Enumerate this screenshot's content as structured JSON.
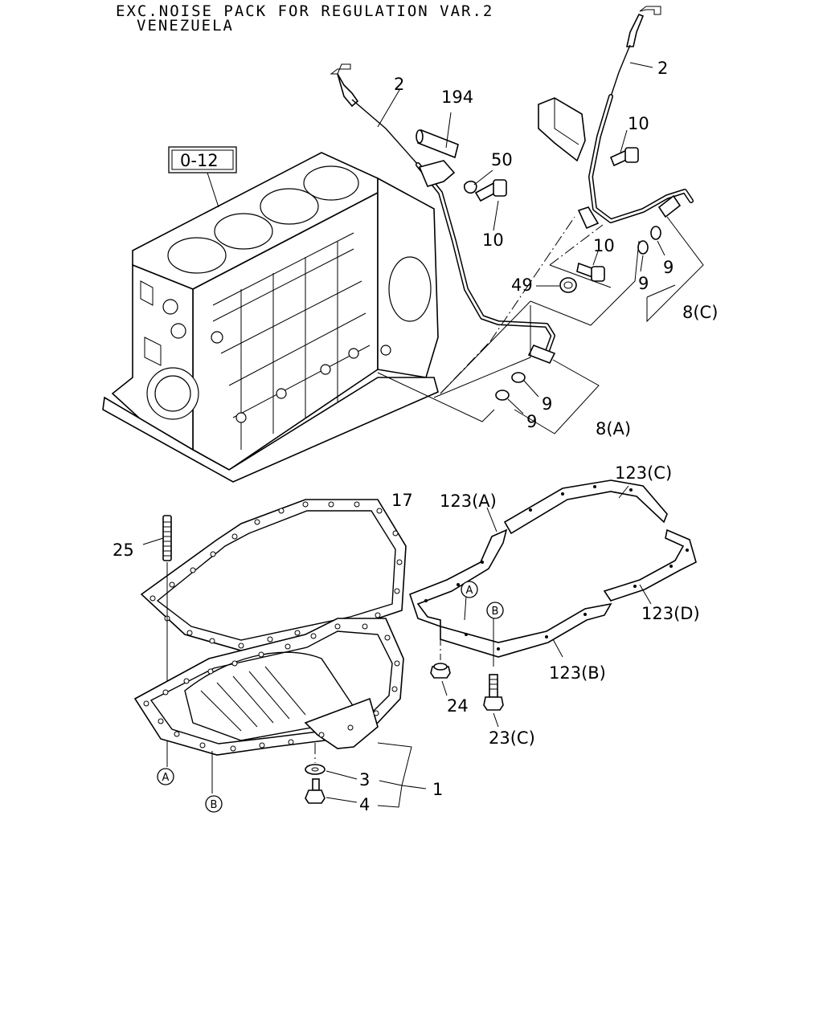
{
  "header": {
    "line1": "EXC.NOISE PACK FOR REGULATION VAR.2",
    "line2": "VENEZUELA"
  },
  "reference_box": "0-12",
  "callouts": {
    "dipstick_left": "2",
    "dipstick_right": "2",
    "c194": "194",
    "c50": "50",
    "bolt_10_left": "10",
    "bolt_10_upper_right": "10",
    "bolt_10_mid_right": "10",
    "c49": "49",
    "washer_9_r1": "9",
    "washer_9_r2": "9",
    "kit_8c": "8(C)",
    "washer_9_l1": "9",
    "washer_9_l2": "9",
    "kit_8a": "8(A)",
    "gasket_17": "17",
    "stud_25": "25",
    "seal_123a": "123(A)",
    "seal_123b": "123(B)",
    "seal_123c": "123(C)",
    "seal_123d": "123(D)",
    "nut_24": "24",
    "bolt_23c": "23(C)",
    "washer_3": "3",
    "plug_4": "4",
    "pan_1": "1"
  },
  "circle_markers": {
    "a_top": "A",
    "b_top": "B",
    "a_bottom": "A",
    "b_bottom": "B"
  }
}
